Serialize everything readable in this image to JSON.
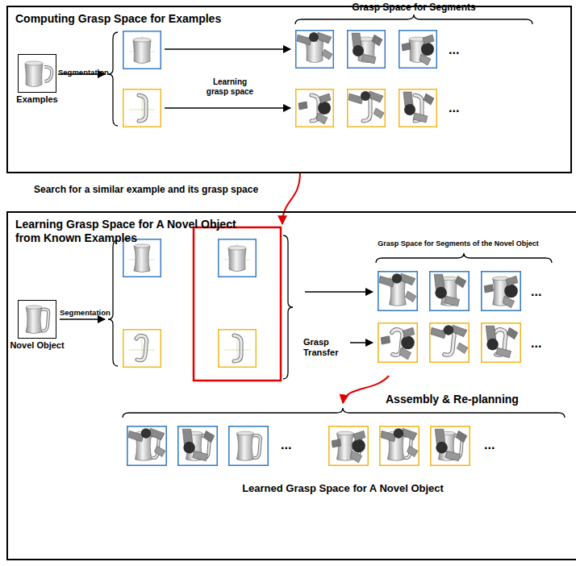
{
  "diagram": {
    "nodes": [
      {
        "text": [
          "Computing Grasp Space for Examples"
        ]
      },
      {
        "text": [
          "Examples"
        ],
        "in": 0
      },
      {
        "text": [
          "Learning Grasp Space for A Novel Object from Known Examples"
        ]
      },
      {
        "text": [
          "Novel Object"
        ],
        "in": 2
      }
    ],
    "labels": [
      "Segmentation",
      "Learning grasp space",
      "Grasp Space for Segments",
      "...",
      "...",
      "Search for a similar example and its grasp space",
      "Segmentation",
      "Grasp Transfer",
      "Grasp Space for Segments of the Novel Object",
      "...",
      "...",
      "Assembly & Re-planning",
      "...",
      "...",
      "Learned Grasp Space for A Novel Object"
    ]
  }
}
